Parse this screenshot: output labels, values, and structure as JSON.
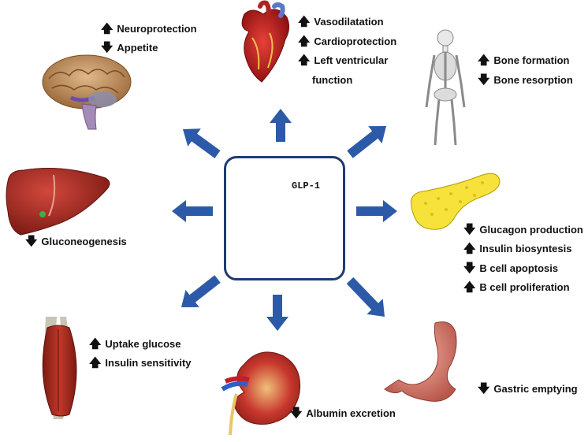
{
  "center": {
    "label": "GLP-1"
  },
  "arrow_color": "#2d5aa8",
  "organs": {
    "brain": {
      "icon": "brain-icon",
      "effects": [
        {
          "dir": "up",
          "text": "Neuroprotection"
        },
        {
          "dir": "down",
          "text": "Appetite"
        }
      ]
    },
    "heart": {
      "icon": "heart-icon",
      "effects": [
        {
          "dir": "up",
          "text": "Vasodilatation"
        },
        {
          "dir": "up",
          "text": "Cardioprotection"
        },
        {
          "dir": "up",
          "text": "Left ventricular"
        }
      ],
      "continuation": "function"
    },
    "bone": {
      "icon": "skeleton-icon",
      "effects": [
        {
          "dir": "up",
          "text": "Bone formation"
        },
        {
          "dir": "down",
          "text": "Bone resorption"
        }
      ]
    },
    "liver": {
      "icon": "liver-icon",
      "effects": [
        {
          "dir": "down",
          "text": "Gluconeogenesis"
        }
      ]
    },
    "pancreas": {
      "icon": "pancreas-icon",
      "effects": [
        {
          "dir": "down",
          "text": "Glucagon production"
        },
        {
          "dir": "up",
          "text": "Insulin biosyntesis"
        },
        {
          "dir": "down",
          "text": "B cell apoptosis"
        },
        {
          "dir": "up",
          "text": "B cell proliferation"
        }
      ]
    },
    "muscle": {
      "icon": "muscle-icon",
      "effects": [
        {
          "dir": "up",
          "text": "Uptake glucose"
        },
        {
          "dir": "up",
          "text": "Insulin sensitivity"
        }
      ]
    },
    "kidney": {
      "icon": "kidney-icon",
      "effects": [
        {
          "dir": "down",
          "text": "Albumin excretion"
        }
      ]
    },
    "stomach": {
      "icon": "stomach-icon",
      "effects": [
        {
          "dir": "down",
          "text": "Gastric emptying"
        }
      ]
    }
  }
}
